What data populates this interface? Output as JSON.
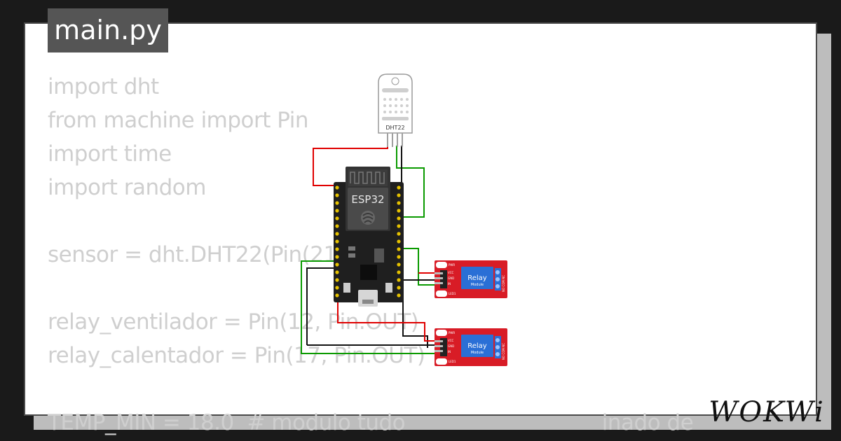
{
  "file_tab": {
    "label": "main.py"
  },
  "code_lines": [
    "import dht",
    "from machine import Pin",
    "import time",
    "import random",
    "",
    "sensor = dht.DHT22(Pin(21))",
    "",
    "relay_ventilador = Pin(12, Pin.OUT)",
    "relay_calentador = Pin(17, Pin.OUT)",
    "",
    "TEMP_MIN = 18.0  # modulo tudo                              inado de"
  ],
  "components": {
    "sensor_label": "DHT22",
    "board_label": "ESP32",
    "relay_1": {
      "label": "Relay",
      "sub_label": "Module",
      "pins": [
        "VCC",
        "GND",
        "IN"
      ],
      "led_top": "PWR",
      "led_bottom": "LED1",
      "terminals": "NO COM NC"
    },
    "relay_2": {
      "label": "Relay",
      "sub_label": "Module",
      "pins": [
        "VCC",
        "GND",
        "IN"
      ],
      "led_top": "PWR",
      "led_bottom": "LED1",
      "terminals": "NO COM NC"
    }
  },
  "brand": {
    "logo_text": "WOKWi"
  },
  "colors": {
    "background": "#1a1a1a",
    "card": "#ffffff",
    "tab": "#555555",
    "wire_red": "#e00000",
    "wire_green": "#0a9a00",
    "wire_black": "#111111",
    "relay_board": "#d81c26",
    "relay_body": "#2a6fd6",
    "esp_board": "#1f1f1f"
  }
}
